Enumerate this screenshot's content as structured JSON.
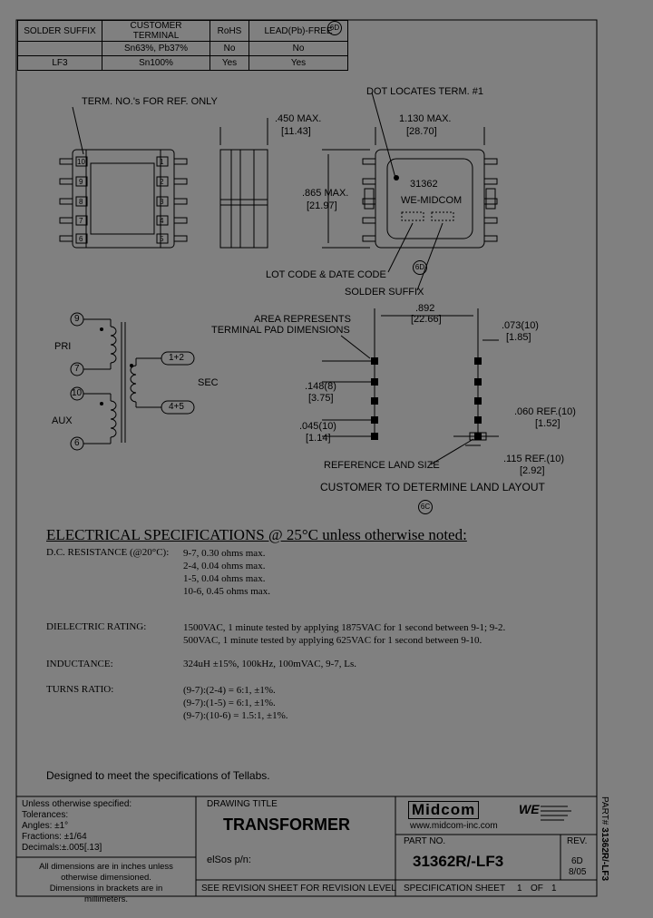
{
  "suffix_table": {
    "headers": [
      "SOLDER SUFFIX",
      "CUSTOMER TERMINAL",
      "RoHS",
      "LEAD(Pb)-FREE"
    ],
    "header_badge": "6D",
    "rows": [
      [
        "",
        "Sn63%, Pb37%",
        "No",
        "No"
      ],
      [
        "LF3",
        "Sn100%",
        "Yes",
        "Yes"
      ]
    ]
  },
  "mechanical": {
    "term_note": "TERM. NO.'s FOR REF. ONLY",
    "dot_note": "DOT LOCATES TERM. #1",
    "dim_height": ".450 MAX.",
    "dim_height_mm": "[11.43]",
    "dim_width": "1.130 MAX.",
    "dim_width_mm": "[28.70]",
    "dim_depth": ".865 MAX.",
    "dim_depth_mm": "[21.97]",
    "part_mark": "31362",
    "brand_mark": "WE-MIDCOM",
    "lot_code_label": "LOT CODE & DATE CODE",
    "solder_suffix_label": "SOLDER SUFFIX",
    "badge_6d": "6D",
    "pins_left": [
      "10",
      "9",
      "8",
      "7",
      "6"
    ],
    "pins_right": [
      "1",
      "2",
      "3",
      "4",
      "5"
    ]
  },
  "schematic": {
    "pins": [
      "9",
      "7",
      "10",
      "6"
    ],
    "pri": "PRI",
    "aux": "AUX",
    "sec": "SEC",
    "sec_pins": [
      "1+2",
      "4+5"
    ]
  },
  "land": {
    "area_note_1": "AREA REPRESENTS",
    "area_note_2": "TERMINAL PAD DIMENSIONS",
    "d892": ".892",
    "d892_mm": "[22.66]",
    "d073": ".073(10)",
    "d073_mm": "[1.85]",
    "d148": ".148(8)",
    "d148_mm": "[3.75]",
    "d045": ".045(10)",
    "d045_mm": "[1.14]",
    "d060": ".060 REF.(10)",
    "d060_mm": "[1.52]",
    "d115": ".115 REF.(10)",
    "d115_mm": "[2.92]",
    "ref_land": "REFERENCE LAND SIZE",
    "customer_note": "CUSTOMER TO DETERMINE LAND LAYOUT",
    "badge_6c": "6C"
  },
  "electrical": {
    "heading": "ELECTRICAL SPECIFICATIONS @ 25°C unless otherwise noted:",
    "dc_label": "D.C. RESISTANCE (@20°C):",
    "dc_values": [
      "9-7, 0.30 ohms max.",
      "2-4, 0.04 ohms max.",
      "1-5, 0.04 ohms max.",
      "10-6, 0.45 ohms max."
    ],
    "dielectric_label": "DIELECTRIC RATING:",
    "dielectric_values": [
      "1500VAC, 1 minute tested by applying 1875VAC for 1 second between 9-1; 9-2.",
      "500VAC, 1 minute tested by applying 625VAC for 1 second between 9-10."
    ],
    "inductance_label": "INDUCTANCE:",
    "inductance_value": "324uH ±15%, 100kHz, 100mVAC, 9-7, Ls.",
    "turns_label": "TURNS RATIO:",
    "turns_values": [
      "(9-7):(2-4) = 6:1, ±1%.",
      "(9-7):(1-5) = 6:1, ±1%.",
      "(9-7):(10-6) = 1.5:1, ±1%."
    ],
    "designed_note": "Designed to meet the specifications of Tellabs."
  },
  "title_block": {
    "unless": "Unless otherwise specified:",
    "tolerances": "Tolerances:",
    "angles": "Angles: ±1°",
    "fractions": "Fractions: ±1/64",
    "decimals": "Decimals:±.005[.13]",
    "dims_note_1": "All dimensions are in inches unless otherwise dimensioned.",
    "dims_note_2": "Dimensions in brackets are in",
    "dims_note_3": "millimeters.",
    "drawing_title_label": "DRAWING TITLE",
    "drawing_title": "TRANSFORMER",
    "elsos_label": "elSos p/n:",
    "revision_note": "SEE REVISION SHEET FOR REVISION LEVEL",
    "logo_text": "Midcom",
    "logo_we": "WE",
    "website": "www.midcom-inc.com",
    "part_no_label": "PART NO.",
    "part_no": "31362R/-LF3",
    "rev_label": "REV.",
    "rev_value": "6D",
    "rev_date": "8/05",
    "spec_sheet": "SPECIFICATION SHEET",
    "sheet_num": "1",
    "sheet_of": "OF",
    "sheet_total": "1",
    "side_label": "PART#",
    "side_part": "31362R/-LF3"
  }
}
